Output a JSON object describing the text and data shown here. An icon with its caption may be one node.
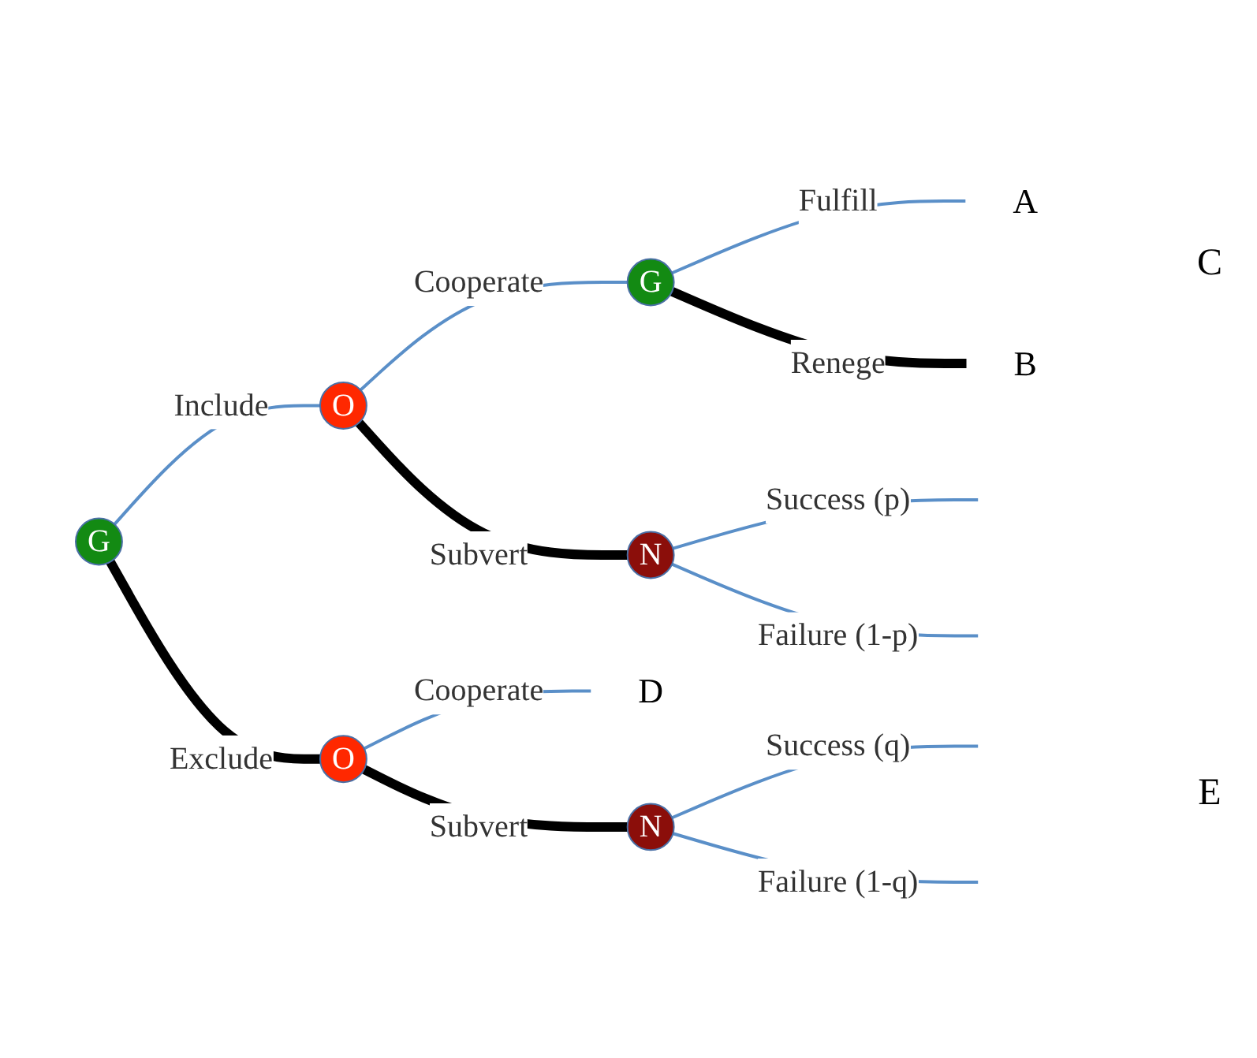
{
  "diagram": {
    "nodes": [
      {
        "text": [
          "G"
        ]
      },
      {
        "text": [
          "O"
        ]
      },
      {
        "text": [
          "G"
        ]
      },
      {
        "text": [
          "A"
        ]
      },
      {
        "text": [
          "B"
        ]
      },
      {
        "text": [
          "N"
        ]
      },
      {
        "text": [
          "O"
        ]
      },
      {
        "text": [
          "D"
        ]
      },
      {
        "text": [
          "N"
        ]
      }
    ],
    "edges": [
      {
        "from": 0,
        "to": 1,
        "arrow": "none",
        "label": "Include"
      },
      {
        "from": 1,
        "to": 2,
        "arrow": "none",
        "label": "Cooperate"
      },
      {
        "from": 2,
        "to": 3,
        "arrow": "none",
        "label": "Fulfill"
      },
      {
        "from": 2,
        "to": 4,
        "arrow": "none",
        "label": "Renege",
        "style": "thick",
        "color": "#000000"
      },
      {
        "from": 1,
        "to": 5,
        "arrow": "none",
        "label": "Subvert",
        "style": "thick",
        "color": "#000000"
      },
      {
        "from": 5,
        "to": null,
        "arrow": "none",
        "label": "Success (p)"
      },
      {
        "from": 5,
        "to": null,
        "arrow": "none",
        "label": "Failure (1-p)"
      },
      {
        "from": 0,
        "to": 6,
        "arrow": "none",
        "label": "Exclude",
        "style": "thick",
        "color": "#000000"
      },
      {
        "from": 6,
        "to": 7,
        "arrow": "none",
        "label": "Cooperate"
      },
      {
        "from": 6,
        "to": 8,
        "arrow": "none",
        "label": "Subvert",
        "style": "thick",
        "color": "#000000"
      },
      {
        "from": 8,
        "to": null,
        "arrow": "none",
        "label": "Success (q)"
      },
      {
        "from": 8,
        "to": null,
        "arrow": "none",
        "label": "Failure (1-q)"
      }
    ],
    "labels": [
      "C",
      "E"
    ]
  }
}
